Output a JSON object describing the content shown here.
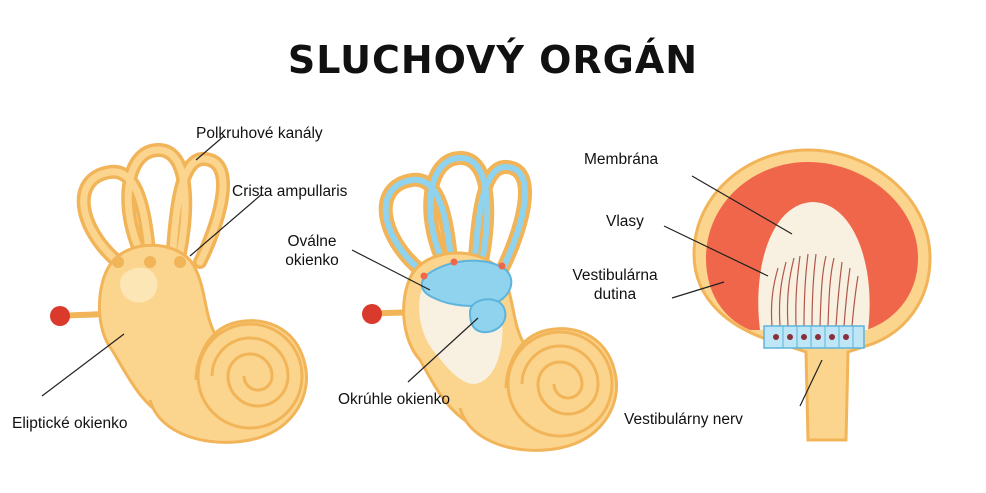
{
  "title": "SLUCHOVÝ ORGÁN",
  "labels": {
    "polkruhove_kanaly": "Polkruhové kanály",
    "crista_ampullaris": "Crista ampullaris",
    "elipticke_okienko": "Eliptické okienko",
    "ovalne_okienko_line1": "Oválne",
    "ovalne_okienko_line2": "okienko",
    "okruhle_okienko": "Okrúhle okienko",
    "membrana": "Membrána",
    "vlasy": "Vlasy",
    "vestibularna_dutina_line1": "Vestibulárna",
    "vestibularna_dutina_line2": "dutina",
    "vestibularny_nerv": "Vestibulárny nerv"
  },
  "colors": {
    "body_fill": "#FBD58D",
    "body_stroke": "#F2B458",
    "highlight": "#FDE6B5",
    "red_dot": "#D93A2B",
    "blue_fill": "#8FD3EE",
    "blue_stroke": "#5EB4DA",
    "cream": "#F8F0E1",
    "orange_red": "#F0664A",
    "hair": "#B0574A",
    "cell_fill": "#BFE6F6",
    "cell_nucleus": "#8A2E3B",
    "leader": "#222222"
  }
}
